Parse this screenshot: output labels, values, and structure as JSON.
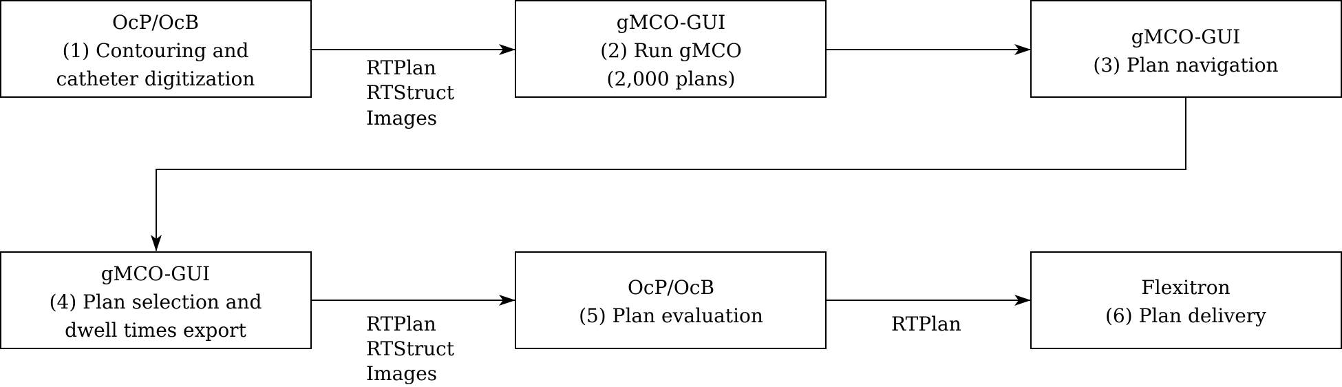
{
  "nodes": [
    {
      "id": "n1",
      "lines": [
        "OcP/OcB",
        "(1) Contouring and",
        "catheter digitization"
      ]
    },
    {
      "id": "n2",
      "lines": [
        "gMCO-GUI",
        "(2) Run gMCO",
        "(2,000 plans)"
      ]
    },
    {
      "id": "n3",
      "lines": [
        "gMCO-GUI",
        "(3) Plan navigation"
      ]
    },
    {
      "id": "n4",
      "lines": [
        "gMCO-GUI",
        "(4) Plan selection and",
        "dwell times export"
      ]
    },
    {
      "id": "n5",
      "lines": [
        "OcP/OcB",
        "(5) Plan evaluation"
      ]
    },
    {
      "id": "n6",
      "lines": [
        "Flexitron",
        "(6) Plan delivery"
      ]
    }
  ],
  "edges": [
    {
      "from": "n1",
      "to": "n2",
      "labels": [
        "RTPlan",
        "RTStruct",
        "Images"
      ]
    },
    {
      "from": "n2",
      "to": "n3",
      "labels": []
    },
    {
      "from": "n3",
      "to": "n4",
      "labels": []
    },
    {
      "from": "n4",
      "to": "n5",
      "labels": [
        "RTPlan",
        "RTStruct",
        "Images"
      ]
    },
    {
      "from": "n5",
      "to": "n6",
      "labels": [
        "RTPlan"
      ]
    }
  ]
}
